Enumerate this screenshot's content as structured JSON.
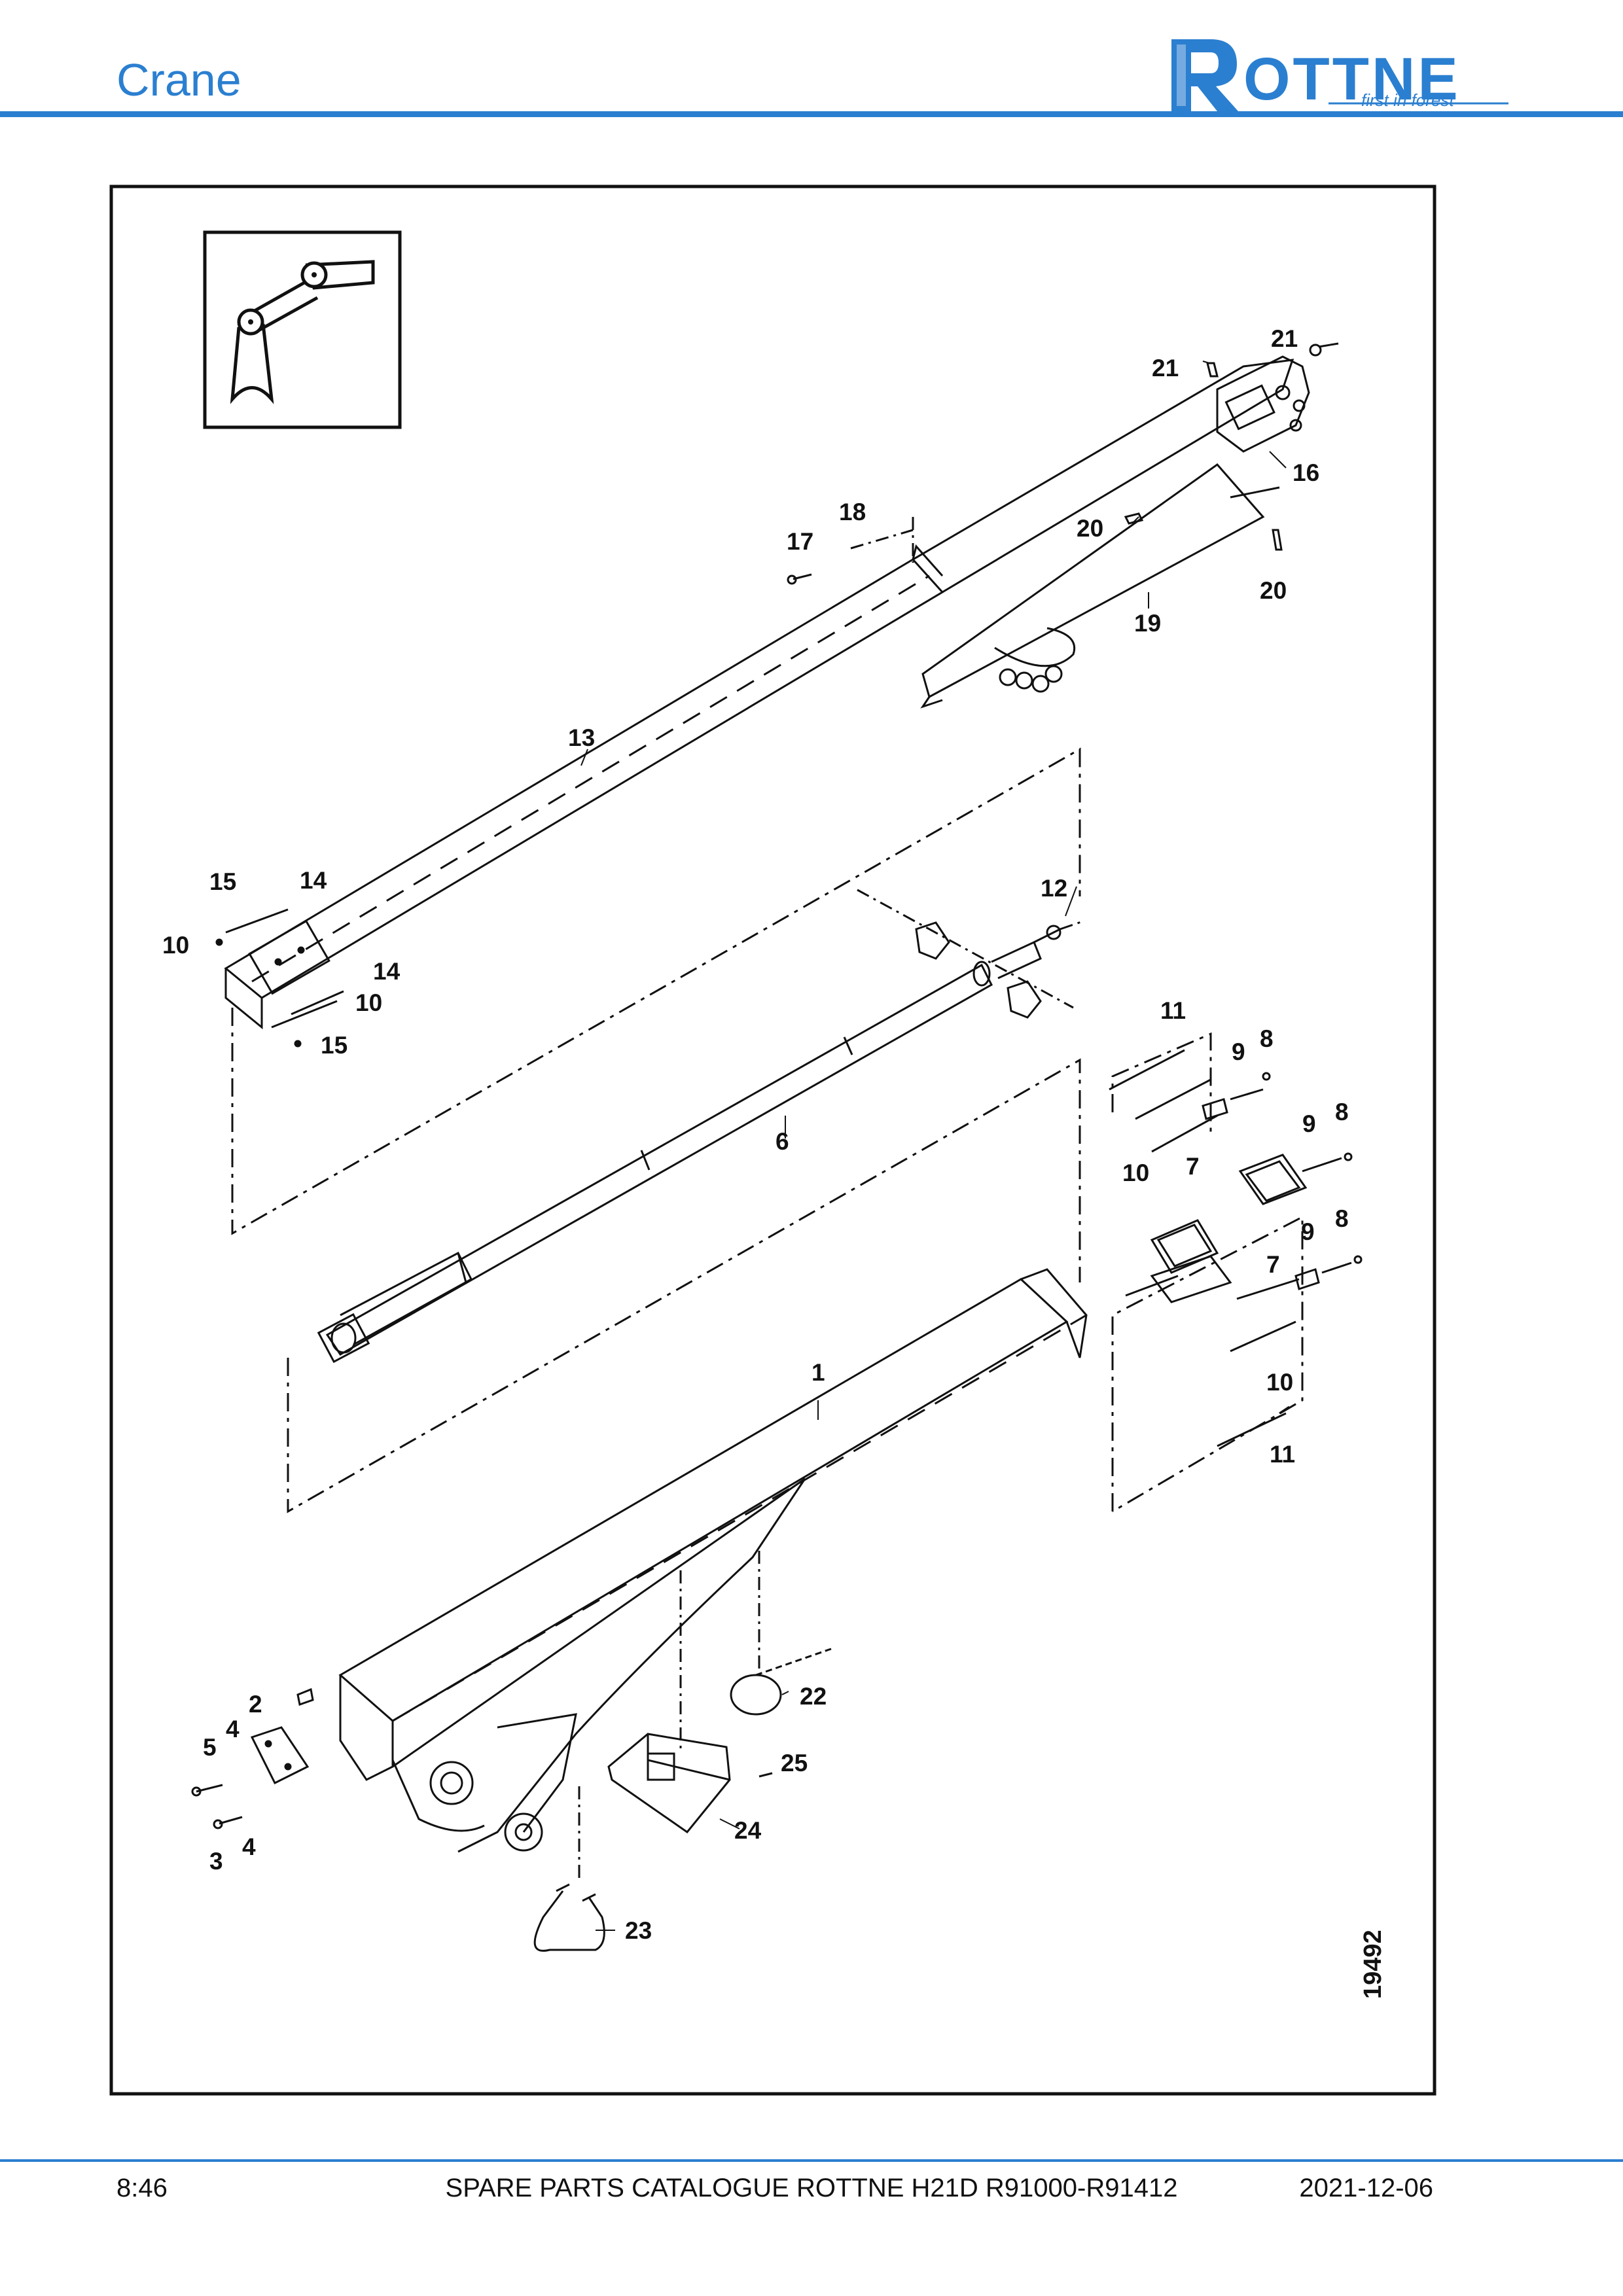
{
  "header": {
    "title": "Crane"
  },
  "logo": {
    "brand": "ROTTNE",
    "tagline": "first in forest"
  },
  "diagram": {
    "drawing_number": "19492",
    "callouts": [
      "21",
      "21",
      "16",
      "18",
      "17",
      "20",
      "20",
      "19",
      "13",
      "15",
      "14",
      "10",
      "14",
      "10",
      "15",
      "12",
      "6",
      "11",
      "9",
      "8",
      "10",
      "7",
      "9",
      "8",
      "9",
      "8",
      "7",
      "10",
      "11",
      "1",
      "22",
      "2",
      "4",
      "5",
      "3",
      "4",
      "25",
      "24",
      "23"
    ]
  },
  "footer": {
    "page": "8:46",
    "catalogue": "SPARE PARTS CATALOGUE ROTTNE H21D R91000-R91412",
    "date": "2021-12-06"
  },
  "colors": {
    "brand_blue": "#2b7fd0",
    "line": "#111111"
  }
}
